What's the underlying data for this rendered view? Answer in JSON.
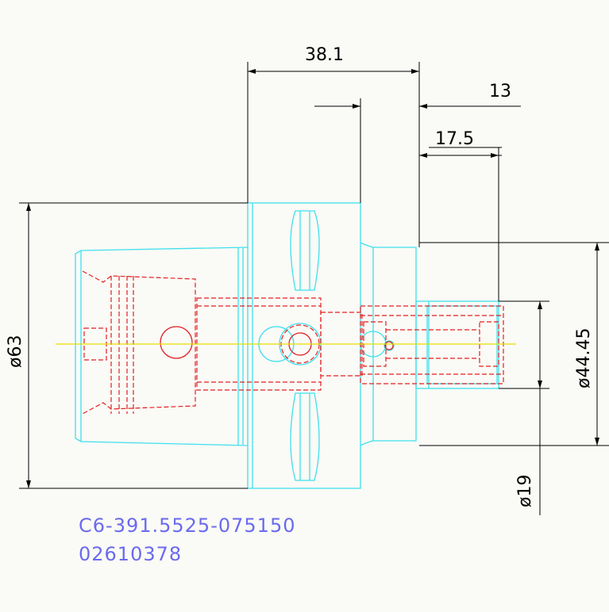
{
  "dimensions": {
    "length_overall": "38.1",
    "shank_offset": "13",
    "bore_depth": "17.5",
    "flange_diameter": "ø63",
    "body_diameter": "ø44.45",
    "bore_diameter": "ø19"
  },
  "part": {
    "code": "C6-391.5525-075150",
    "number": "02610378"
  },
  "colors": {
    "background": "#fafaf6",
    "dimension_lines": "#000000",
    "outline": "#3ee0ee",
    "hidden_lines": "#e02020",
    "centerline": "#e8e000",
    "part_text": "#6a6af0"
  }
}
